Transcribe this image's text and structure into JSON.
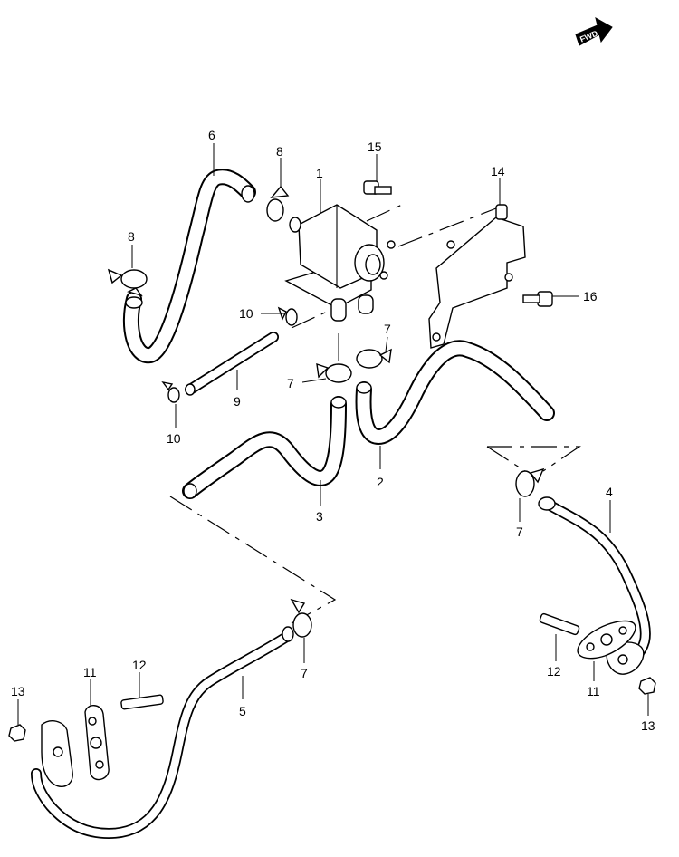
{
  "orientation_badge": {
    "label": "FWD",
    "icon": "forward-arrow-icon"
  },
  "callouts": [
    {
      "key": "p1",
      "label": "1"
    },
    {
      "key": "p2",
      "label": "2"
    },
    {
      "key": "p3",
      "label": "3"
    },
    {
      "key": "p4",
      "label": "4"
    },
    {
      "key": "p5",
      "label": "5"
    },
    {
      "key": "p6",
      "label": "6"
    },
    {
      "key": "p7a",
      "label": "7"
    },
    {
      "key": "p7b",
      "label": "7"
    },
    {
      "key": "p7c",
      "label": "7"
    },
    {
      "key": "p7d",
      "label": "7"
    },
    {
      "key": "p8a",
      "label": "8"
    },
    {
      "key": "p8b",
      "label": "8"
    },
    {
      "key": "p9",
      "label": "9"
    },
    {
      "key": "p10a",
      "label": "10"
    },
    {
      "key": "p10b",
      "label": "10"
    },
    {
      "key": "p11a",
      "label": "11"
    },
    {
      "key": "p11b",
      "label": "11"
    },
    {
      "key": "p12a",
      "label": "12"
    },
    {
      "key": "p12b",
      "label": "12"
    },
    {
      "key": "p13a",
      "label": "13"
    },
    {
      "key": "p13b",
      "label": "13"
    },
    {
      "key": "p14",
      "label": "14"
    },
    {
      "key": "p15",
      "label": "15"
    },
    {
      "key": "p16",
      "label": "16"
    }
  ]
}
